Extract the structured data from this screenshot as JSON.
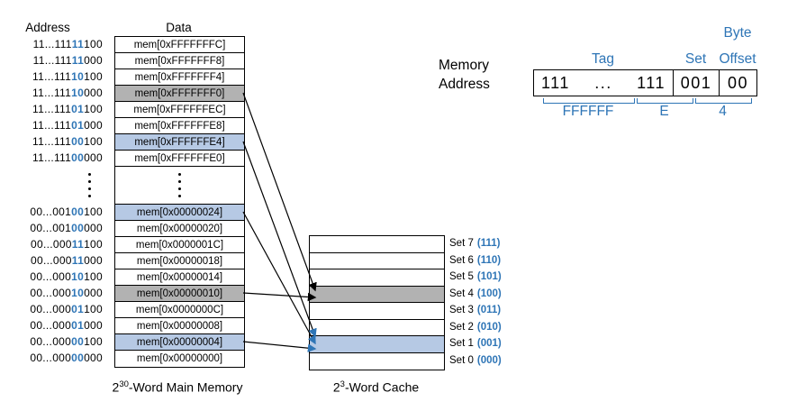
{
  "figure": {
    "colors": {
      "blue": "#2e75b6",
      "highlight_blue_fill": "#b6c9e4",
      "highlight_gray_fill": "#b2b2b2"
    },
    "main_memory": {
      "address_header": "Address",
      "data_header": "Data",
      "caption_base": "2",
      "caption_sup": "30",
      "caption_rest": "-Word Main Memory",
      "rows_top": [
        {
          "pre": "11...111",
          "set": "11",
          "post": "100",
          "data": "mem[0xFFFFFFFC]",
          "fill": "white"
        },
        {
          "pre": "11...111",
          "set": "11",
          "post": "000",
          "data": "mem[0xFFFFFFF8]",
          "fill": "white"
        },
        {
          "pre": "11...111",
          "set": "10",
          "post": "100",
          "data": "mem[0xFFFFFFF4]",
          "fill": "white"
        },
        {
          "pre": "11...111",
          "set": "10",
          "post": "000",
          "data": "mem[0xFFFFFFF0]",
          "fill": "gray"
        },
        {
          "pre": "11...111",
          "set": "01",
          "post": "100",
          "data": "mem[0xFFFFFFEC]",
          "fill": "white"
        },
        {
          "pre": "11...111",
          "set": "01",
          "post": "000",
          "data": "mem[0xFFFFFFE8]",
          "fill": "white"
        },
        {
          "pre": "11...111",
          "set": "00",
          "post": "100",
          "data": "mem[0xFFFFFFE4]",
          "fill": "blue"
        },
        {
          "pre": "11...111",
          "set": "00",
          "post": "000",
          "data": "mem[0xFFFFFFE0]",
          "fill": "white"
        }
      ],
      "rows_bottom": [
        {
          "pre": "00...001",
          "set": "00",
          "post": "100",
          "data": "mem[0x00000024]",
          "fill": "blue"
        },
        {
          "pre": "00...001",
          "set": "00",
          "post": "000",
          "data": "mem[0x00000020]",
          "fill": "white"
        },
        {
          "pre": "00...000",
          "set": "11",
          "post": "100",
          "data": "mem[0x0000001C]",
          "fill": "white"
        },
        {
          "pre": "00...000",
          "set": "11",
          "post": "000",
          "data": "mem[0x00000018]",
          "fill": "white"
        },
        {
          "pre": "00...000",
          "set": "10",
          "post": "100",
          "data": "mem[0x00000014]",
          "fill": "white"
        },
        {
          "pre": "00...000",
          "set": "10",
          "post": "000",
          "data": "mem[0x00000010]",
          "fill": "gray"
        },
        {
          "pre": "00...000",
          "set": "01",
          "post": "100",
          "data": "mem[0x0000000C]",
          "fill": "white"
        },
        {
          "pre": "00...000",
          "set": "01",
          "post": "000",
          "data": "mem[0x00000008]",
          "fill": "white"
        },
        {
          "pre": "00...000",
          "set": "00",
          "post": "100",
          "data": "mem[0x00000004]",
          "fill": "blue"
        },
        {
          "pre": "00...000",
          "set": "00",
          "post": "000",
          "data": "mem[0x00000000]",
          "fill": "white"
        }
      ]
    },
    "cache": {
      "caption_base": "2",
      "caption_sup": "3",
      "caption_rest": "-Word Cache",
      "sets": [
        {
          "label": "Set 7",
          "bits": "(111)",
          "fill": "white"
        },
        {
          "label": "Set 6",
          "bits": "(110)",
          "fill": "white"
        },
        {
          "label": "Set 5",
          "bits": "(101)",
          "fill": "white"
        },
        {
          "label": "Set 4",
          "bits": "(100)",
          "fill": "gray"
        },
        {
          "label": "Set 3",
          "bits": "(011)",
          "fill": "white"
        },
        {
          "label": "Set 2",
          "bits": "(010)",
          "fill": "white"
        },
        {
          "label": "Set 1",
          "bits": "(001)",
          "fill": "blue"
        },
        {
          "label": "Set 0",
          "bits": "(000)",
          "fill": "white"
        }
      ]
    },
    "address_format": {
      "label_line1": "Memory",
      "label_line2": "Address",
      "tag_label": "Tag",
      "set_label": "Set",
      "byte_label_line1": "Byte",
      "byte_label_line2": "Offset",
      "tag_left": "111",
      "tag_dots": "...",
      "tag_right": "111",
      "set_bits": "001",
      "offset_bits": "00",
      "hex_tag": "FFFFFF",
      "hex_mid": "E",
      "hex_low": "4"
    },
    "arrows": [
      {
        "from": "mem[0xFFFFFFF0]",
        "to": "Set 4",
        "color": "black"
      },
      {
        "from": "mem[0xFFFFFFE4]",
        "to": "Set 1",
        "color": "blue"
      },
      {
        "from": "mem[0x00000024]",
        "to": "Set 1",
        "color": "blue"
      },
      {
        "from": "mem[0x00000010]",
        "to": "Set 4",
        "color": "black"
      },
      {
        "from": "mem[0x00000004]",
        "to": "Set 1",
        "color": "blue"
      }
    ]
  }
}
